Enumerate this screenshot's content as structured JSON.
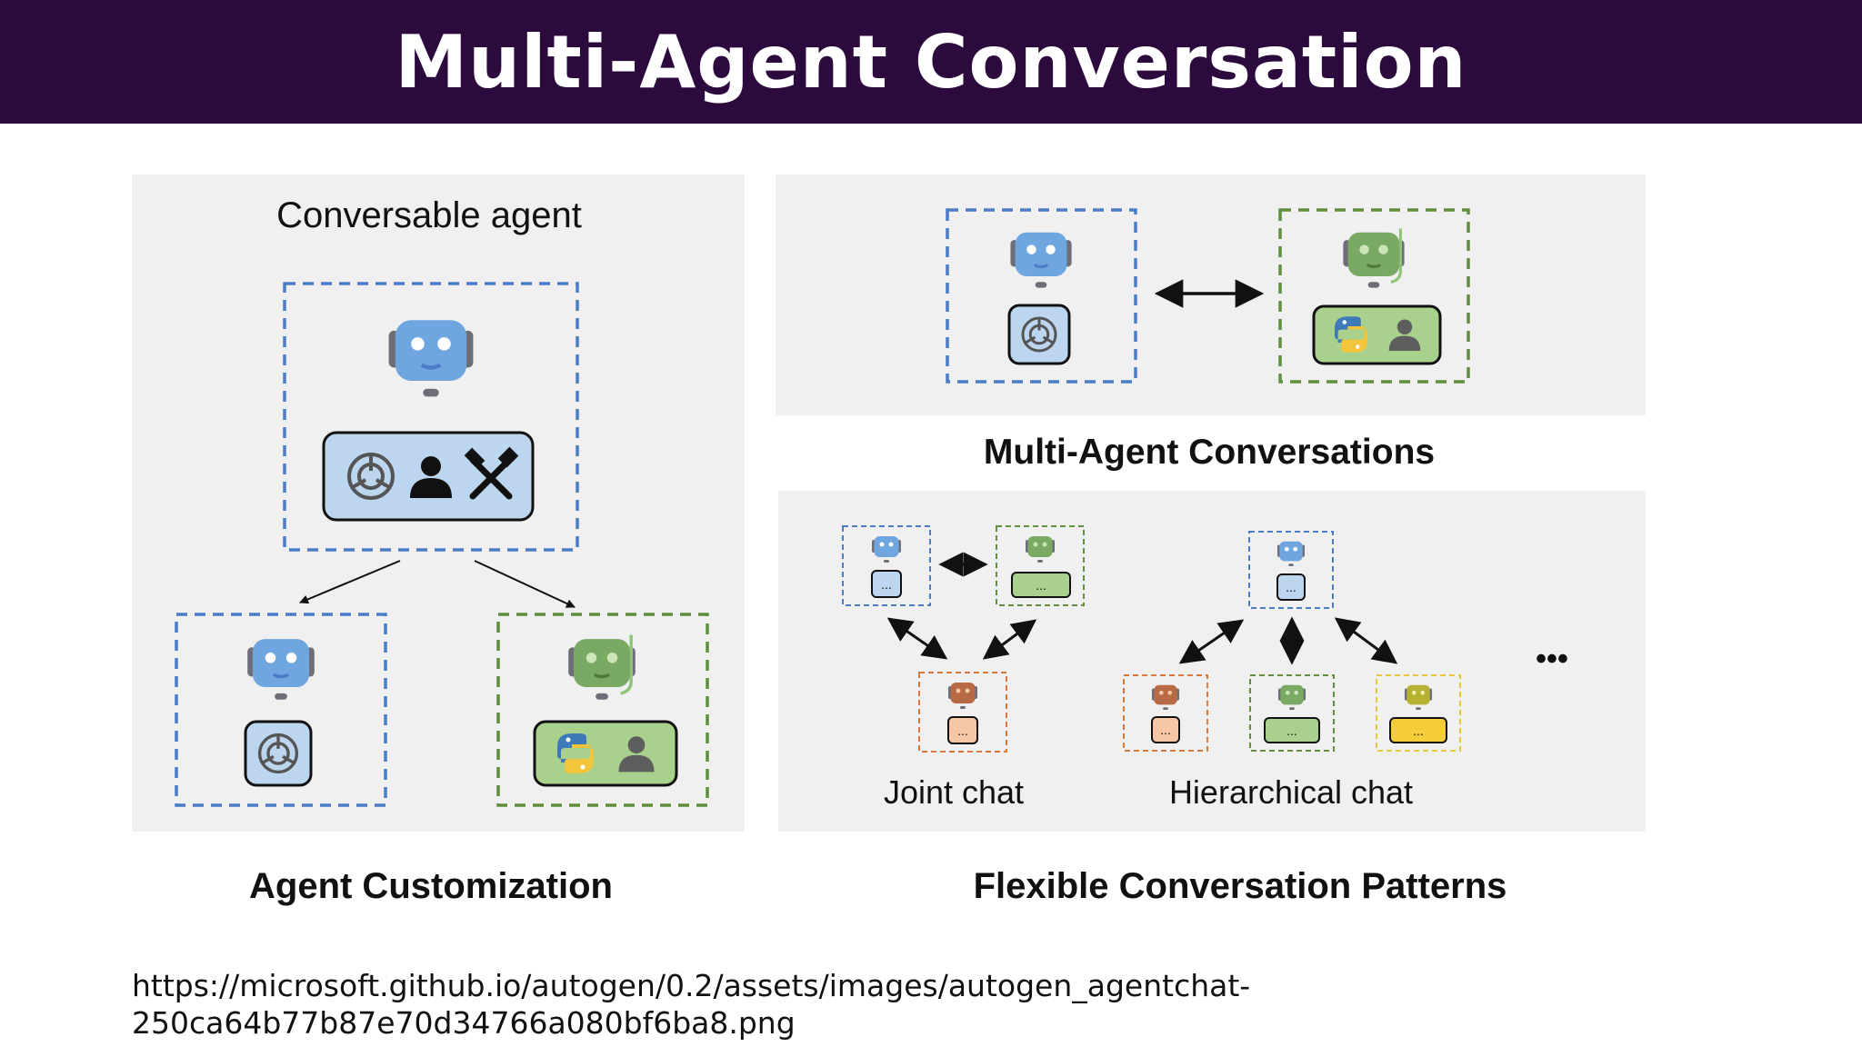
{
  "slide": {
    "title": "Multi-Agent Conversation",
    "colors": {
      "header_bg": "#2c0a3e",
      "panel_bg": "#f0f0f0",
      "blue": "#4a7cc7",
      "green": "#5f8f3e",
      "orange": "#d87a3d",
      "yellow": "#e8c840"
    }
  },
  "diagram": {
    "customization": {
      "heading": "Conversable agent",
      "caption": "Agent Customization",
      "main_agent_icons": [
        "openai-icon",
        "person-icon",
        "tools-icon"
      ],
      "left_agent_icons": [
        "openai-icon"
      ],
      "right_agent_icons": [
        "python-icon",
        "person-icon"
      ]
    },
    "multi_agent": {
      "caption": "Multi-Agent Conversations",
      "left_agent_icons": [
        "openai-icon"
      ],
      "right_agent_icons": [
        "python-icon",
        "person-icon"
      ]
    },
    "patterns": {
      "caption": "Flexible Conversation Patterns",
      "joint_label": "Joint chat",
      "hierarchical_label": "Hierarchical chat",
      "box_text": "...",
      "more_text": "•••"
    }
  },
  "footer": {
    "url_line1": "https://microsoft.github.io/autogen/0.2/assets/images/autogen_agentchat-",
    "url_line2": "250ca64b77b87e70d34766a080bf6ba8.png"
  }
}
